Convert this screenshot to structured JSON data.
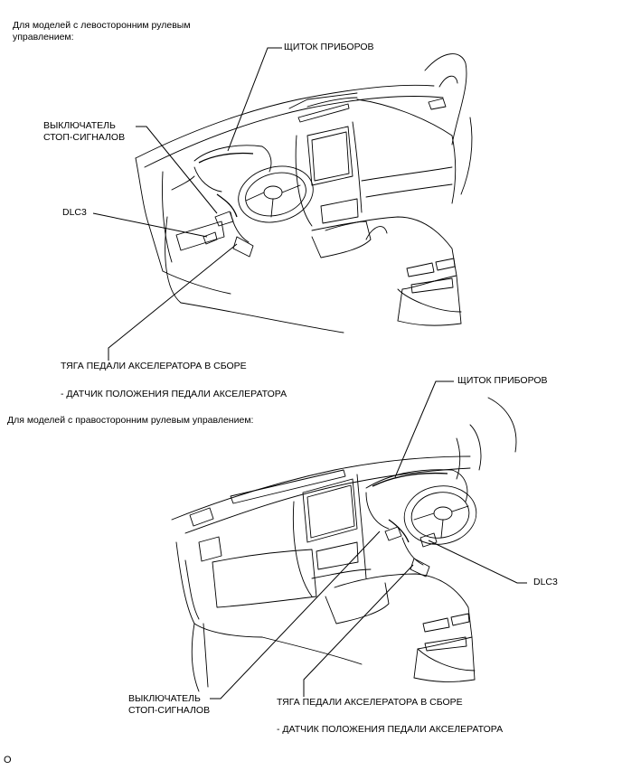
{
  "top": {
    "heading_line1": "Для моделей с левосторонним рулевым",
    "heading_line2": "управлением:",
    "labels": {
      "combination_meter": "ЩИТОК ПРИБОРОВ",
      "stop_switch_line1": "ВЫКЛЮЧАТЕЛЬ",
      "stop_switch_line2": "СТОП-СИГНАЛОВ",
      "dlc3": "DLC3",
      "pedal_assembly": "ТЯГА ПЕДАЛИ АКСЕЛЕРАТОРА В СБОРЕ",
      "pedal_sensor": "- ДАТЧИК ПОЛОЖЕНИЯ ПЕДАЛИ АКСЕЛЕРАТОРА"
    }
  },
  "bottom": {
    "heading": "Для моделей с правосторонним рулевым управлением:",
    "labels": {
      "combination_meter": "ЩИТОК ПРИБОРОВ",
      "stop_switch_line1": "ВЫКЛЮЧАТЕЛЬ",
      "stop_switch_line2": "СТОП-СИГНАЛОВ",
      "dlc3": "DLC3",
      "pedal_assembly": "ТЯГА ПЕДАЛИ АКСЕЛЕРАТОРА В СБОРЕ",
      "pedal_sensor": "- ДАТЧИК ПОЛОЖЕНИЯ ПЕДАЛИ АКСЕЛЕРАТОРА"
    }
  },
  "footer": {
    "code": "O"
  }
}
